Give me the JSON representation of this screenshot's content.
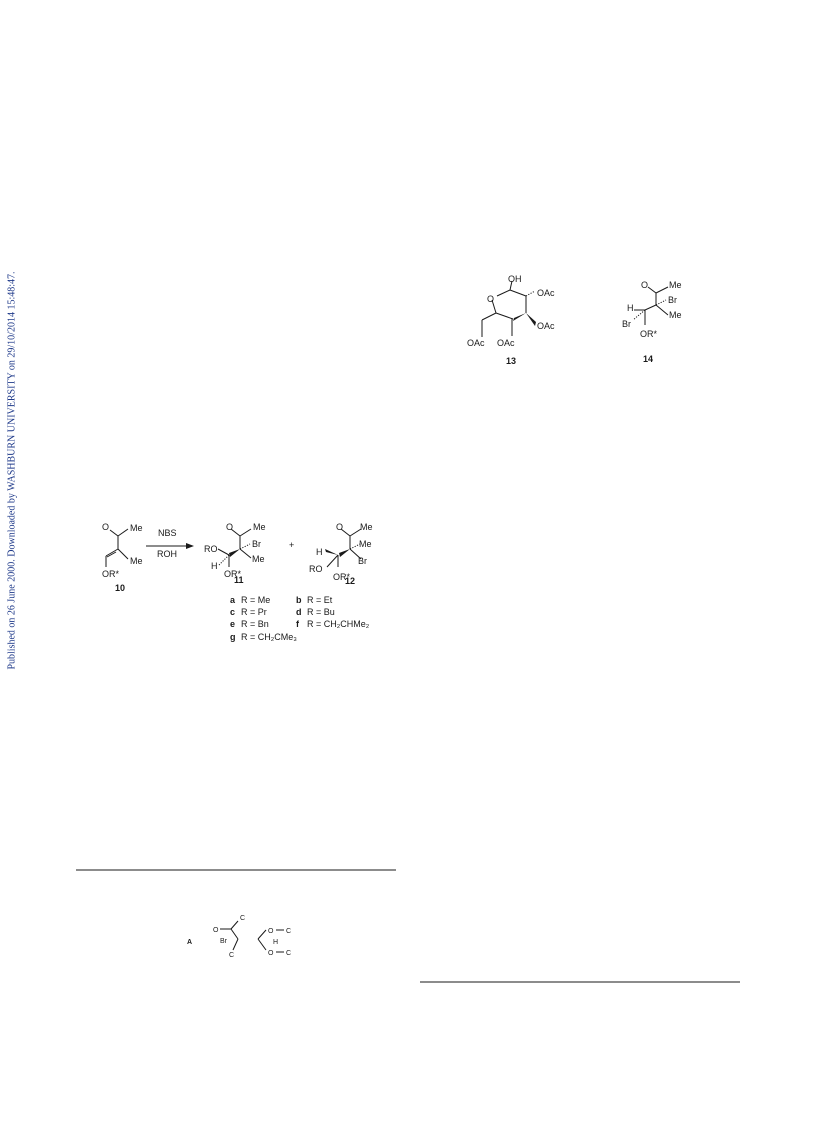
{
  "sidebar": {
    "text": "Published on 26 June 2000. Downloaded by WASHBURN UNIVERSITY on 29/10/2014 15:48:47.",
    "color": "#1f3a8a"
  },
  "compound13": {
    "number": "13",
    "oh": "OH",
    "ring_o": "O",
    "oac": [
      "OAc",
      "OAc",
      "OAc",
      "OAc"
    ]
  },
  "compound14": {
    "number": "14",
    "o": "O",
    "me": [
      "Me",
      "Me"
    ],
    "br": [
      "Br",
      "Br"
    ],
    "h": "H",
    "or_star": "OR*"
  },
  "scheme": {
    "reagent_top": "NBS",
    "reagent_bottom": "ROH",
    "plus": "+",
    "c10": {
      "number": "10",
      "o": "O",
      "me1": "Me",
      "me2": "Me",
      "or_star": "OR*"
    },
    "c11": {
      "number": "11",
      "o": "O",
      "me_top": "Me",
      "br": "Br",
      "me": "Me",
      "ro": "RO",
      "h": "H",
      "or_star": "OR*"
    },
    "c12": {
      "number": "12",
      "o": "O",
      "me_top": "Me",
      "me": "Me",
      "br": "Br",
      "h": "H",
      "ro": "RO",
      "or_star": "OR*"
    },
    "variants": [
      {
        "letter": "a",
        "text": "R = Me"
      },
      {
        "letter": "b",
        "text": "R = Et"
      },
      {
        "letter": "c",
        "text": "R = Pr"
      },
      {
        "letter": "d",
        "text": "R = Bu"
      },
      {
        "letter": "e",
        "text": "R = Bn"
      },
      {
        "letter": "f",
        "text": "R = CH₂CHMe₂"
      },
      {
        "letter": "g",
        "text": "R = CH₂CMe₃"
      }
    ]
  },
  "footnote": {
    "label": "A",
    "left_o": "O",
    "left_br": "Br",
    "left_c_top": "C",
    "left_c_bottom": "C",
    "right_o_top": "O",
    "right_c_top": "C",
    "right_h": "H",
    "right_o_bottom": "O",
    "right_c_bottom": "C"
  }
}
